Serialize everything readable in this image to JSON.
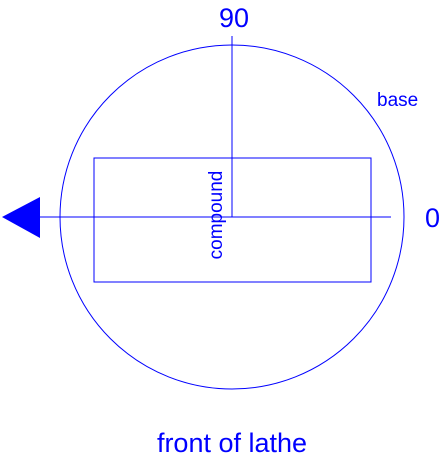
{
  "labels": {
    "angle_90": "90",
    "angle_0": "0",
    "base": "base",
    "compound": "compound",
    "caption": "front of lathe"
  },
  "colors": {
    "line": "#0000ff",
    "text": "#0000ff",
    "background": "#ffffff"
  },
  "shapes": {
    "base_circle": "circle",
    "compound_rect": "rectangle",
    "pointer": "left-pointing filled triangle"
  }
}
